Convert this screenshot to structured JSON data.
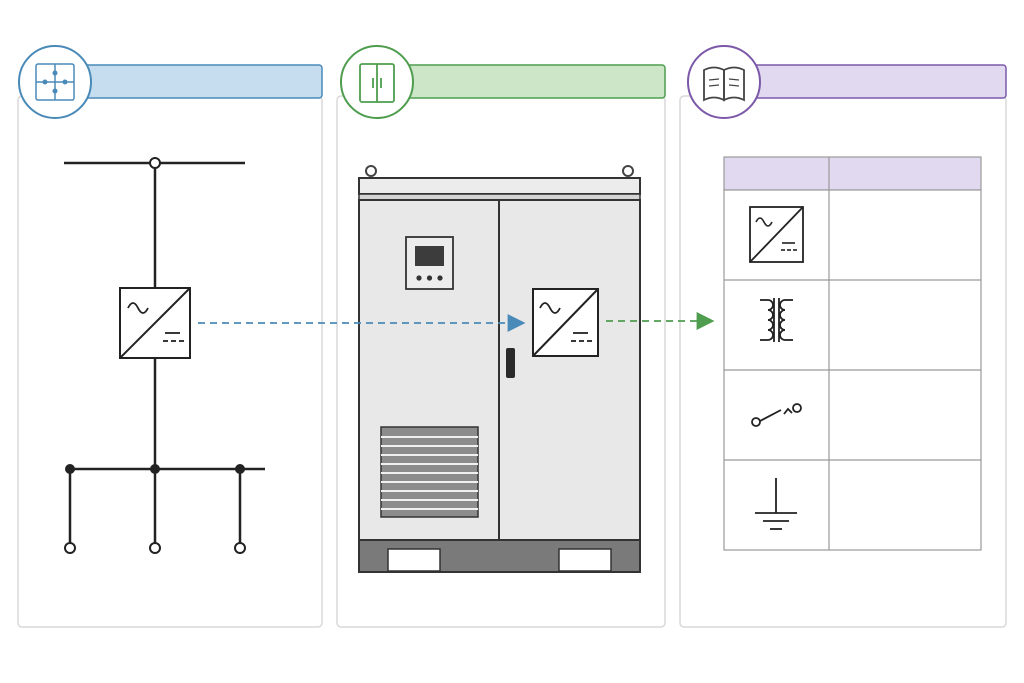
{
  "panels": [
    {
      "id": "schematic",
      "title": "",
      "accent": "#4a8ab8",
      "header_fill": "#c6ddf0",
      "icon": "network-diagram-icon"
    },
    {
      "id": "equipment",
      "title": "",
      "accent": "#4f9d4f",
      "header_fill": "#cde6c8",
      "icon": "cabinet-icon"
    },
    {
      "id": "legend",
      "title": "",
      "accent": "#7b59a8",
      "header_fill": "#e1d9ef",
      "icon": "book-icon"
    }
  ],
  "legend_table": {
    "headers": [
      "",
      ""
    ],
    "rows": [
      {
        "symbol": "inverter-symbol-icon",
        "description": ""
      },
      {
        "symbol": "transformer-symbol-icon",
        "description": ""
      },
      {
        "symbol": "switch-symbol-icon",
        "description": ""
      },
      {
        "symbol": "ground-symbol-icon",
        "description": ""
      }
    ]
  },
  "arrows": [
    {
      "from": "schematic",
      "to": "equipment",
      "color": "#4a8ab8"
    },
    {
      "from": "equipment",
      "to": "legend",
      "color": "#4f9d4f"
    }
  ]
}
